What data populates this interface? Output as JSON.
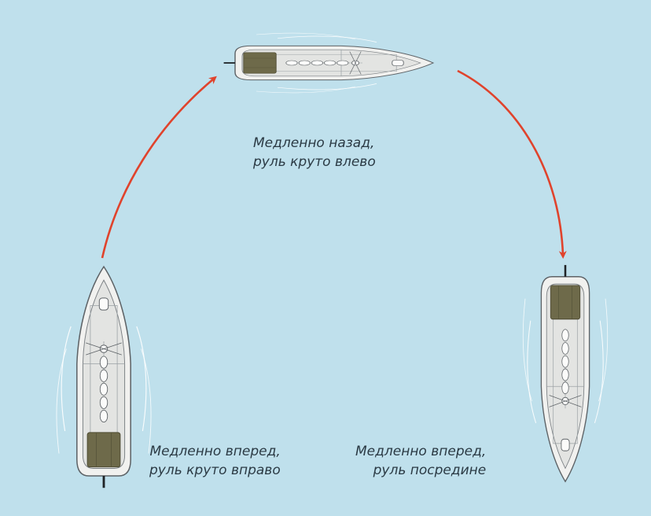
{
  "captions": {
    "top": {
      "line1": "Медленно назад,",
      "line2": "руль круто влево"
    },
    "left": {
      "line1": "Медленно вперед,",
      "line2": "руль круто вправо"
    },
    "right": {
      "line1": "Медленно вперед,",
      "line2": "руль посредине"
    }
  },
  "colors": {
    "water": "#bfe0ec",
    "arrow": "#e0432c",
    "hull": "#f1f1ef",
    "deck": "#e3e4e2",
    "cockpit": "#6e6a4a",
    "outline": "#5d6266"
  },
  "arrows": [
    "arc-arrow-left",
    "arc-arrow-right"
  ],
  "boats": [
    "boat-left",
    "boat-top",
    "boat-right"
  ]
}
